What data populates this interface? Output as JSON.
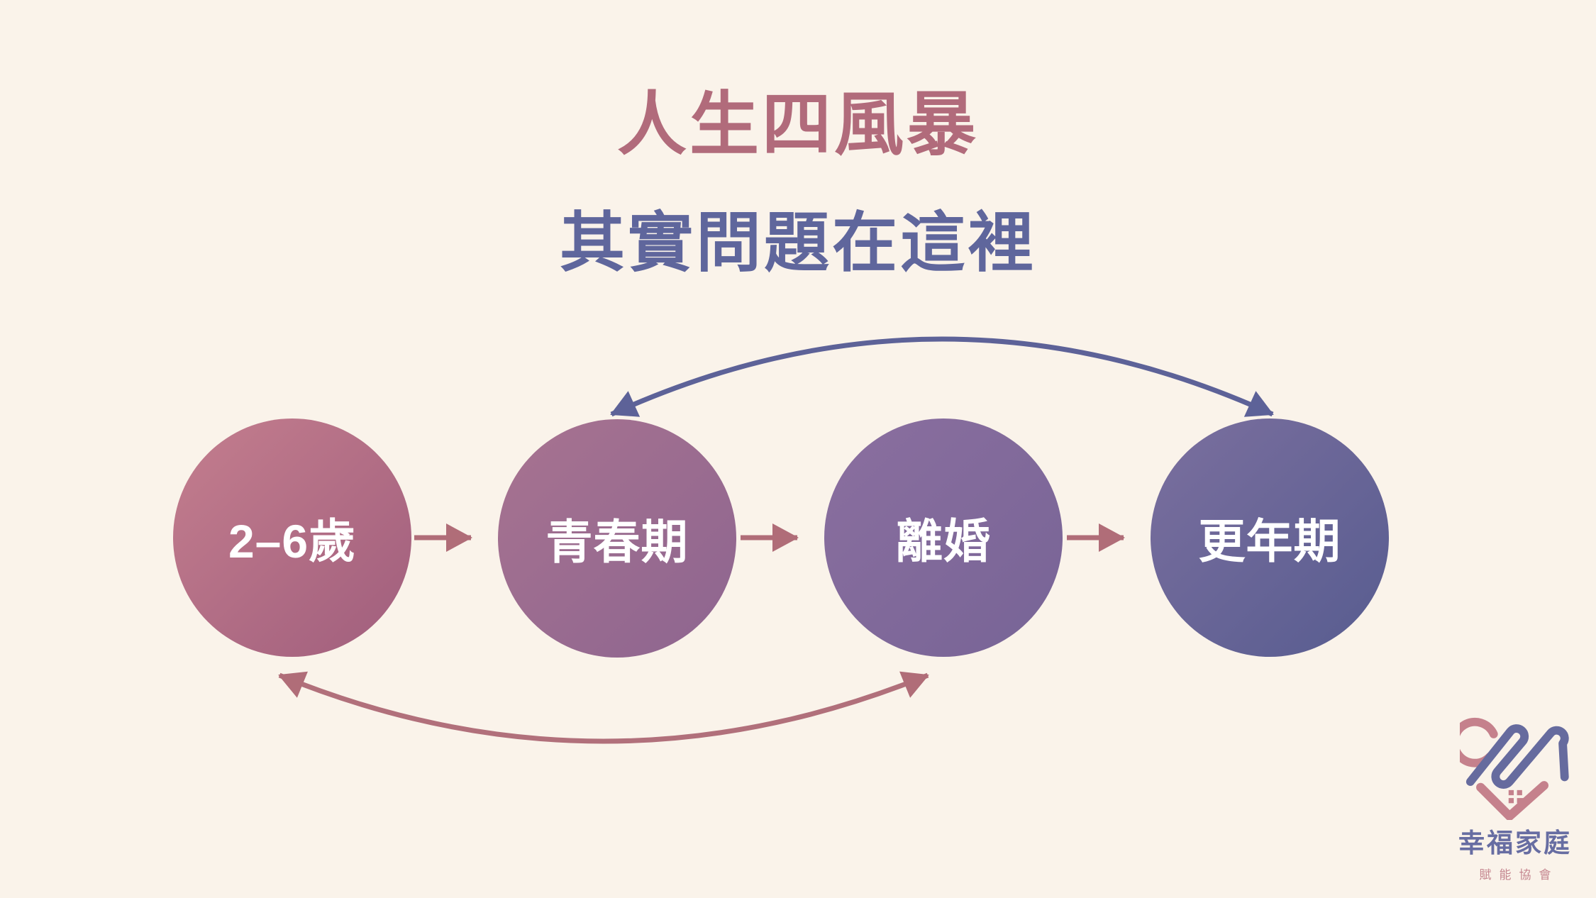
{
  "slide": {
    "background": "#faf3ea",
    "title": {
      "text": "人生四風暴",
      "color": "#b16b7b"
    },
    "subtitle": {
      "text": "其實問題在這裡",
      "color": "#5f669c"
    }
  },
  "diagram": {
    "type": "flow",
    "stages": [
      {
        "label": "2–6歲",
        "gradient_start": "#c47e8e",
        "gradient_end": "#a05e7d"
      },
      {
        "label": "青春期",
        "gradient_start": "#a87390",
        "gradient_end": "#8d6590"
      },
      {
        "label": "離婚",
        "gradient_start": "#8b6f9f",
        "gradient_end": "#776496"
      },
      {
        "label": "更年期",
        "gradient_start": "#7b6f9e",
        "gradient_end": "#575c90"
      }
    ],
    "sequence_arrows": [
      {
        "from": "2–6歲",
        "to": "青春期",
        "color": "#b06d78"
      },
      {
        "from": "青春期",
        "to": "離婚",
        "color": "#b06d78"
      },
      {
        "from": "離婚",
        "to": "更年期",
        "color": "#b06d78"
      }
    ],
    "top_loop_arrow": {
      "from": "青春期",
      "to": "更年期",
      "double_headed": true,
      "color": "#5d6298"
    },
    "bottom_loop_arrow": {
      "from": "2–6歲",
      "to": "離婚",
      "double_headed": true,
      "color": "#b1707b"
    }
  },
  "logo": {
    "name": "幸福家庭",
    "tagline": "賦能協會",
    "name_color": "#676da2",
    "tagline_color": "#c5868f",
    "heart_rose": "#c5818c",
    "heart_indigo": "#666b9e"
  }
}
